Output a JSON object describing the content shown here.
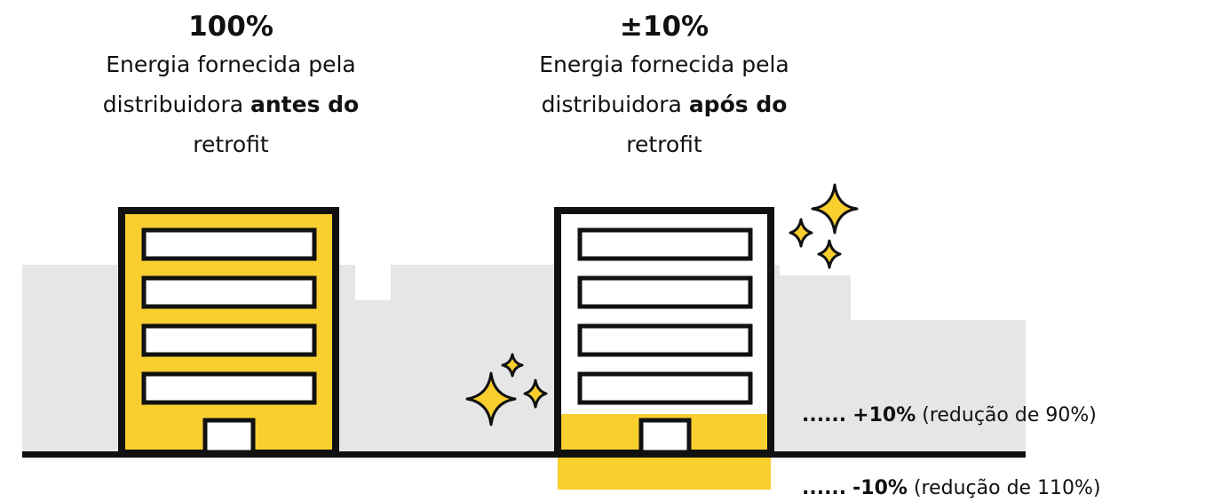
{
  "colors": {
    "accent": "#f9cf2f",
    "skyline": "#e6e6e6",
    "outline": "#111111",
    "window_fill": "#ffffff"
  },
  "before": {
    "percent": "100%",
    "line1": "Energia fornecida pela",
    "line2_plain": "distribuidora",
    "line2_bold": "antes do",
    "line3": "retrofit"
  },
  "after": {
    "percent": "±10%",
    "line1": "Energia fornecida pela",
    "line2_plain": "distribuidora",
    "line2_bold": "após do",
    "line3": "retrofit"
  },
  "notes": {
    "plus": {
      "dots": "......",
      "value": "+10%",
      "text": "(redução de 90%)"
    },
    "minus": {
      "dots": "......",
      "value": "-10%",
      "text": "(redução de 110%)"
    }
  },
  "icons": [
    "building-icon",
    "sparkle-icon"
  ]
}
